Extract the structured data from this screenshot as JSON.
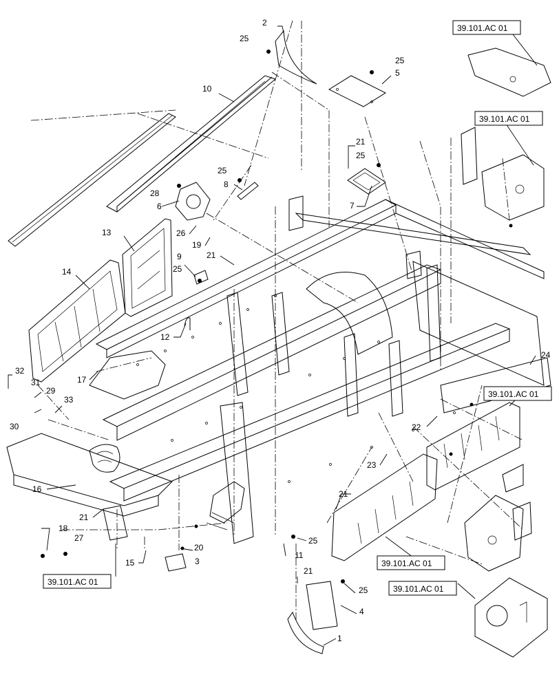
{
  "callouts": [
    {
      "id": "c1",
      "label": "1"
    },
    {
      "id": "c2",
      "label": "2"
    },
    {
      "id": "c3",
      "label": "3"
    },
    {
      "id": "c4",
      "label": "4"
    },
    {
      "id": "c5",
      "label": "5"
    },
    {
      "id": "c6",
      "label": "6"
    },
    {
      "id": "c7",
      "label": "7"
    },
    {
      "id": "c8",
      "label": "8"
    },
    {
      "id": "c9",
      "label": "9"
    },
    {
      "id": "c10",
      "label": "10"
    },
    {
      "id": "c11",
      "label": "11"
    },
    {
      "id": "c12",
      "label": "12"
    },
    {
      "id": "c13",
      "label": "13"
    },
    {
      "id": "c14",
      "label": "14"
    },
    {
      "id": "c15",
      "label": "15"
    },
    {
      "id": "c16",
      "label": "16"
    },
    {
      "id": "c17",
      "label": "17"
    },
    {
      "id": "c18",
      "label": "18"
    },
    {
      "id": "c19",
      "label": "19"
    },
    {
      "id": "c20",
      "label": "20"
    },
    {
      "id": "c21a",
      "label": "21"
    },
    {
      "id": "c21b",
      "label": "21"
    },
    {
      "id": "c21c",
      "label": "21"
    },
    {
      "id": "c21d",
      "label": "21"
    },
    {
      "id": "c21e",
      "label": "21"
    },
    {
      "id": "c22",
      "label": "22"
    },
    {
      "id": "c23",
      "label": "23"
    },
    {
      "id": "c24",
      "label": "24"
    },
    {
      "id": "c25a",
      "label": "25"
    },
    {
      "id": "c25b",
      "label": "25"
    },
    {
      "id": "c25c",
      "label": "25"
    },
    {
      "id": "c25d",
      "label": "25"
    },
    {
      "id": "c25e",
      "label": "25"
    },
    {
      "id": "c25f",
      "label": "25"
    },
    {
      "id": "c25g",
      "label": "25"
    },
    {
      "id": "c26",
      "label": "26"
    },
    {
      "id": "c27",
      "label": "27"
    },
    {
      "id": "c28",
      "label": "28"
    },
    {
      "id": "c29",
      "label": "29"
    },
    {
      "id": "c30",
      "label": "30"
    },
    {
      "id": "c31",
      "label": "31"
    },
    {
      "id": "c32",
      "label": "32"
    },
    {
      "id": "c33",
      "label": "33"
    }
  ],
  "references": [
    {
      "id": "r1",
      "label": "39.101.AC 01"
    },
    {
      "id": "r2",
      "label": "39.101.AC 01"
    },
    {
      "id": "r3",
      "label": "39.101.AC 01"
    },
    {
      "id": "r4",
      "label": "39.101.AC 01"
    },
    {
      "id": "r5",
      "label": "39.101.AC 01"
    },
    {
      "id": "r6",
      "label": "39.101.AC 01"
    }
  ]
}
